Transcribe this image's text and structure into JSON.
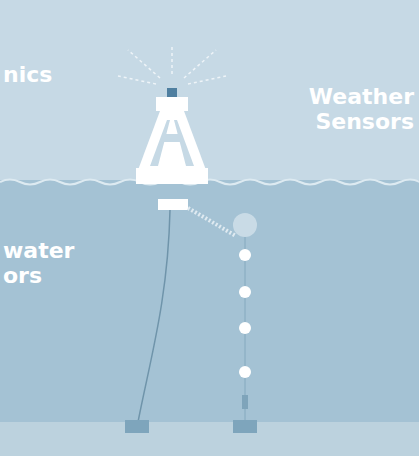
{
  "diagram": {
    "labels": [
      "nics",
      "Weather Sensors",
      "water ors"
    ]
  }
}
